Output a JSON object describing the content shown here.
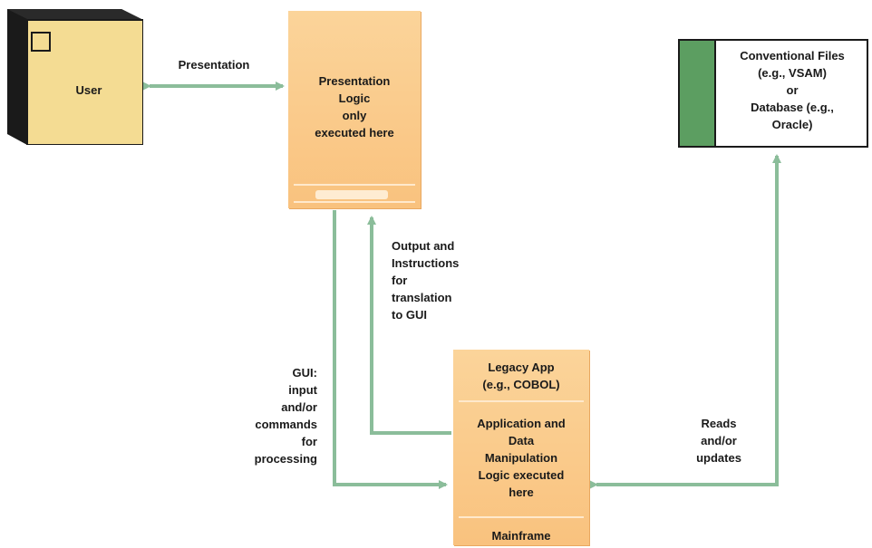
{
  "user": {
    "label": "User"
  },
  "presentation_arrow": {
    "label": "Presentation"
  },
  "client": {
    "lines": [
      "Presentation",
      "Logic",
      "only",
      "executed here"
    ]
  },
  "output_label": {
    "lines": [
      "Output and",
      "Instructions",
      "for",
      "translation",
      "to GUI"
    ]
  },
  "gui_label": {
    "lines": [
      "GUI:",
      "input",
      "and/or",
      "commands",
      "for",
      "processing"
    ]
  },
  "mainframe": {
    "legacy_lines": [
      "Legacy App",
      "(e.g., COBOL)"
    ],
    "logic_lines": [
      "Application and",
      "Data",
      "Manipulation",
      "Logic executed",
      "here"
    ],
    "label": "Mainframe"
  },
  "files": {
    "lines": [
      "Conventional Files",
      "(e.g., VSAM)",
      "or",
      "Database (e.g.,",
      "Oracle)"
    ]
  },
  "reads_label": {
    "lines": [
      "Reads",
      "and/or",
      "updates"
    ]
  },
  "colors": {
    "box_orange": "#f9c27e",
    "cube_yellow": "#f4dc93",
    "arrow_green": "#8bbd9a",
    "strip_green": "#5c9e61"
  }
}
